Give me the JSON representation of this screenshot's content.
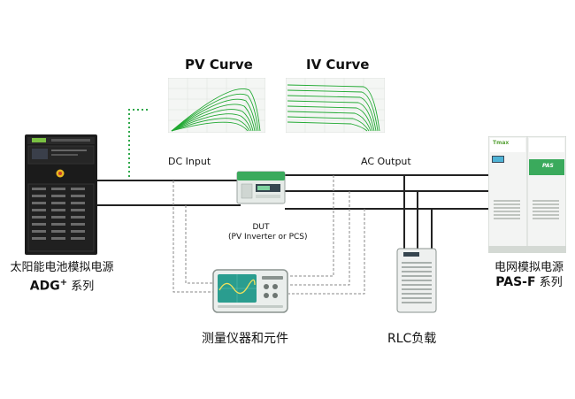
{
  "curves": {
    "pv_title": "PV Curve",
    "iv_title": "IV Curve"
  },
  "labels": {
    "dc_input": "DC Input",
    "ac_output": "AC Output",
    "dut_line1": "DUT",
    "dut_line2": "(PV Inverter or PCS)"
  },
  "devices": {
    "solar_sim": {
      "caption_cn": "太阳能电池模拟电源",
      "caption_model": "ADG",
      "caption_sup": "+",
      "caption_suffix": " 系列"
    },
    "grid_sim": {
      "caption_cn": "电网模拟电源",
      "caption_model": "PAS-F",
      "caption_suffix": " 系列",
      "brand_mark": "Tmax",
      "panel_mark": "PAS"
    },
    "instruments": {
      "caption": "测量仪器和元件"
    },
    "rlc": {
      "caption": "RLC负载"
    }
  },
  "colors": {
    "curve_green": "#1fa830",
    "dotted_green": "#2ea84a",
    "line": "#222222",
    "dashed": "#888888",
    "dut_green": "#3aaa5c",
    "scope_teal": "#2a9d8f"
  }
}
